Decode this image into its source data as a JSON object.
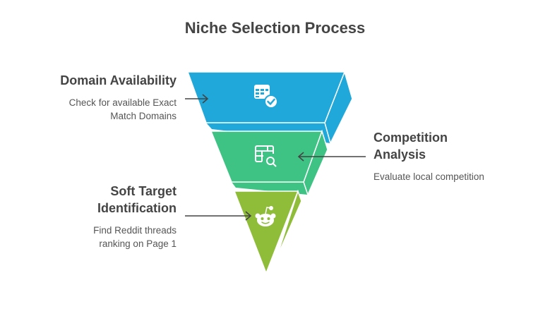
{
  "title": "Niche Selection Process",
  "steps": [
    {
      "heading": "Domain Availability",
      "description": "Check for available Exact Match Domains",
      "icon": "table-check-icon",
      "color": "#20a8da",
      "side": "left"
    },
    {
      "heading": "Competition Analysis",
      "description": "Evaluate local competition",
      "icon": "table-search-icon",
      "color": "#3ec384",
      "side": "right"
    },
    {
      "heading": "Soft Target Identification",
      "description": "Find Reddit threads ranking on Page 1",
      "icon": "reddit-icon",
      "color": "#8fbd3a",
      "side": "left"
    }
  ]
}
